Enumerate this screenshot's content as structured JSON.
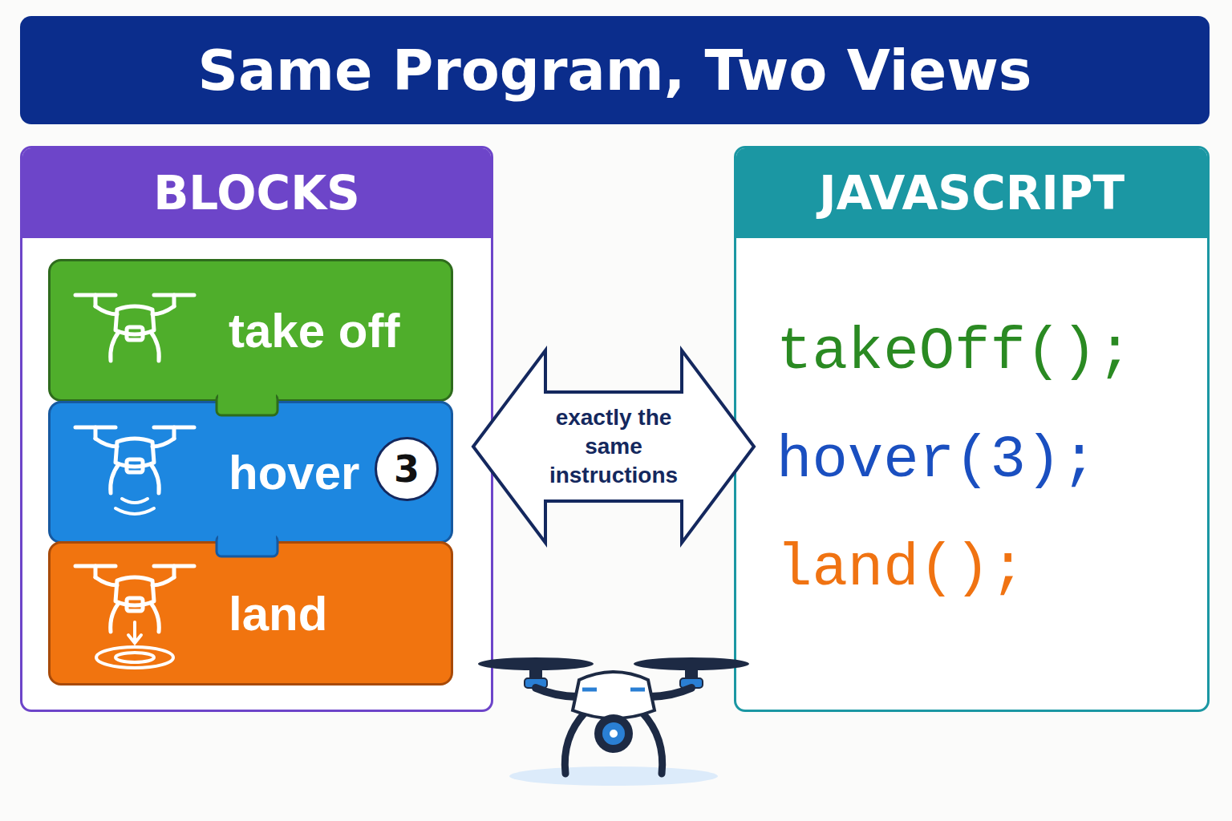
{
  "diagram": {
    "title": "Same Program, Two Views",
    "nodes": [
      {
        "text": [
          "BLOCKS"
        ]
      },
      {
        "text": [
          "take off"
        ],
        "in": 0
      },
      {
        "text": [
          "hover"
        ],
        "in": 0
      },
      {
        "text": [
          "3"
        ],
        "in": 2
      },
      {
        "text": [
          "land"
        ],
        "in": 0
      },
      {
        "text": [
          "JAVASCRIPT",
          "takeOff();",
          "hover(3);",
          "land();"
        ]
      }
    ],
    "edges": [
      {
        "from": 0,
        "to": 5,
        "label": "exactly the same instructions",
        "arrow": "both"
      }
    ]
  }
}
